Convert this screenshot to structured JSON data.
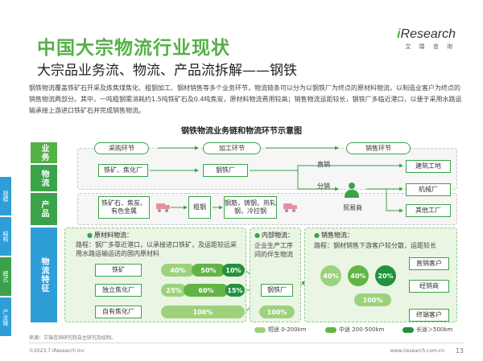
{
  "header": {
    "title": "中国大宗物流行业现状",
    "subtitle": "大宗品业务流、物流、产品流拆解——钢铁",
    "logo_prefix": "i",
    "logo_name": "Research",
    "logo_sub": "艾 瑞 咨 询"
  },
  "intro": "钢铁物流覆盖铁矿石开采及炼焦煤焦化、粗钢加工、钢材销售等多个业务环节，物流链条可以分为以钢铁厂为终点的原材料物流，以制造业客户为终点的销售物流两部分。其中，一吨粗钢需消耗约1.5吨铁矿石及0.4吨焦炭，原材料物流费用较高；销售物流运距较长，钢铁厂多临近港口，以便于采用水路运输承接上游进口铁矿石并完成销售物流。",
  "sidenav": [
    {
      "label": "规模",
      "color": "#2f9ed8"
    },
    {
      "label": "结构",
      "color": "#2f9ed8"
    },
    {
      "label": "模式",
      "color": "#3aa34a"
    },
    {
      "label": "产业链",
      "color": "#2f9ed8"
    }
  ],
  "diagram": {
    "title": "钢铁物流业务链和物流环节示意图",
    "rows": {
      "business": "业务",
      "logistics": "物流",
      "product": "产品",
      "features": "物流特征"
    },
    "stages": {
      "procurement": "采购环节",
      "processing": "加工环节",
      "sales": "销售环节"
    },
    "nodes": {
      "ore_coke": "铁矿、焦化厂",
      "steel_plant": "钢铁厂",
      "construction": "建筑工地",
      "machinery": "机械厂",
      "other_factory": "其他工厂",
      "trader": "贸易商"
    },
    "flow_labels": {
      "direct": "直销",
      "distribution": "分销"
    },
    "products": {
      "raw": "铁矿石、焦炭、有色金属",
      "crude": "粗钢",
      "finished": "钢筋，铸钢，热轧钢，冷拉钢"
    },
    "raw_logistics": {
      "title": "原材料物流：",
      "desc": "路程：钢厂多靠近港口，以承接进口铁矿，及运距较远采用水路运输运送的国内原材料",
      "rows": [
        {
          "label": "铁矿",
          "values": [
            "40%",
            "50%",
            "10%"
          ]
        },
        {
          "label": "独立焦化厂",
          "values": [
            "25%",
            "60%",
            "15%"
          ]
        },
        {
          "label": "自有焦化厂",
          "values": [
            "100%"
          ]
        }
      ]
    },
    "internal_logistics": {
      "title": "内部物流：",
      "desc": "企业生产工序间的伴生物流",
      "node": "钢铁厂",
      "value": "100%"
    },
    "sales_logistics": {
      "title": "销售物流：",
      "desc": "路程：钢材销售下游客户较分散，运距较长",
      "values": [
        "40%",
        "40%",
        "20%"
      ],
      "direct_customer": "直销客户",
      "distributor": "经销商",
      "distributor_value": "100%",
      "end_customer": "终端客户"
    },
    "legend": [
      {
        "label": "短途 0-200km",
        "color": "#9dd27d"
      },
      {
        "label": "中途 200-500km",
        "color": "#62b544"
      },
      {
        "label": "长途＞500km",
        "color": "#23913f"
      }
    ]
  },
  "footer": {
    "source": "来源：艾瑞咨询研究院自主研究及绘制。",
    "copyright": "©2023.7 iResearch Inc",
    "website": "www.iresearch.com.cn",
    "page": "13"
  },
  "colors": {
    "brand_green": "#55b047",
    "business_row": "#55b047",
    "logistics_row": "#3aa34a",
    "product_row": "#3aa34a",
    "features_row": "#2f9ed8"
  }
}
